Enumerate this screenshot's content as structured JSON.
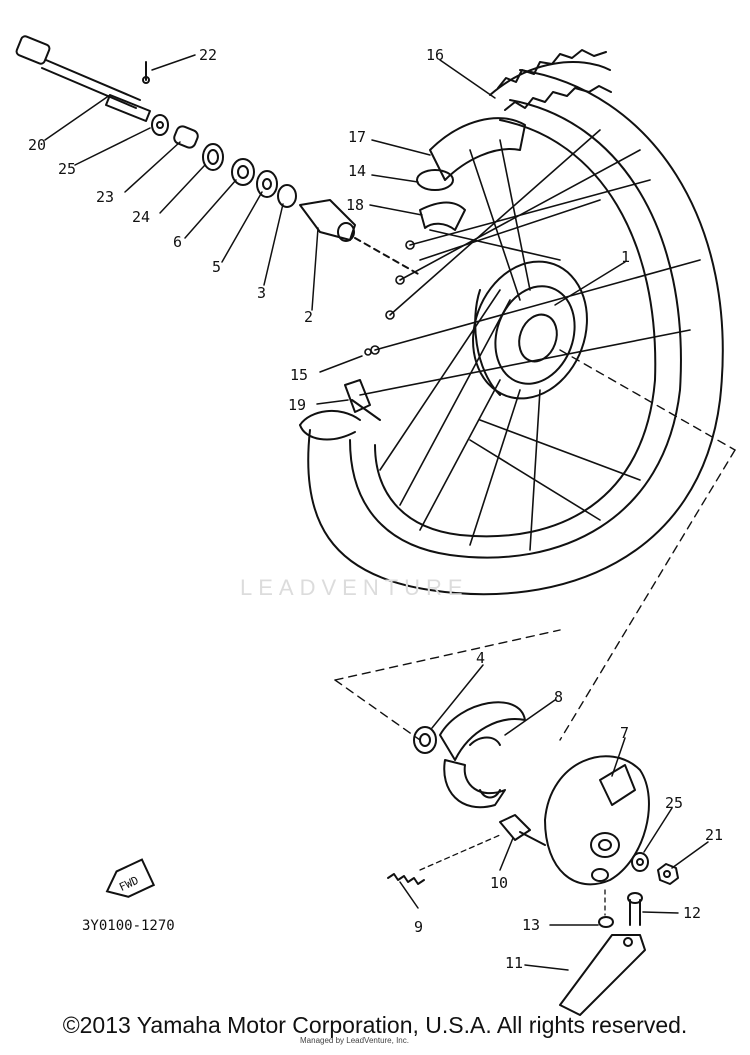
{
  "diagram": {
    "callouts": [
      "22",
      "20",
      "25",
      "23",
      "24",
      "6",
      "5",
      "3",
      "2",
      "16",
      "17",
      "14",
      "18",
      "1",
      "15",
      "19",
      "4",
      "8",
      "7",
      "25",
      "21",
      "10",
      "9",
      "13",
      "12",
      "11"
    ],
    "fwd_label": "FWD",
    "part_code": "3Y0100-1270",
    "watermark": "LEADVENTURE",
    "copyright": "©2013 Yamaha Motor Corporation, U.S.A. All rights reserved.",
    "fine_print": "Managed by LeadVenture, Inc."
  }
}
